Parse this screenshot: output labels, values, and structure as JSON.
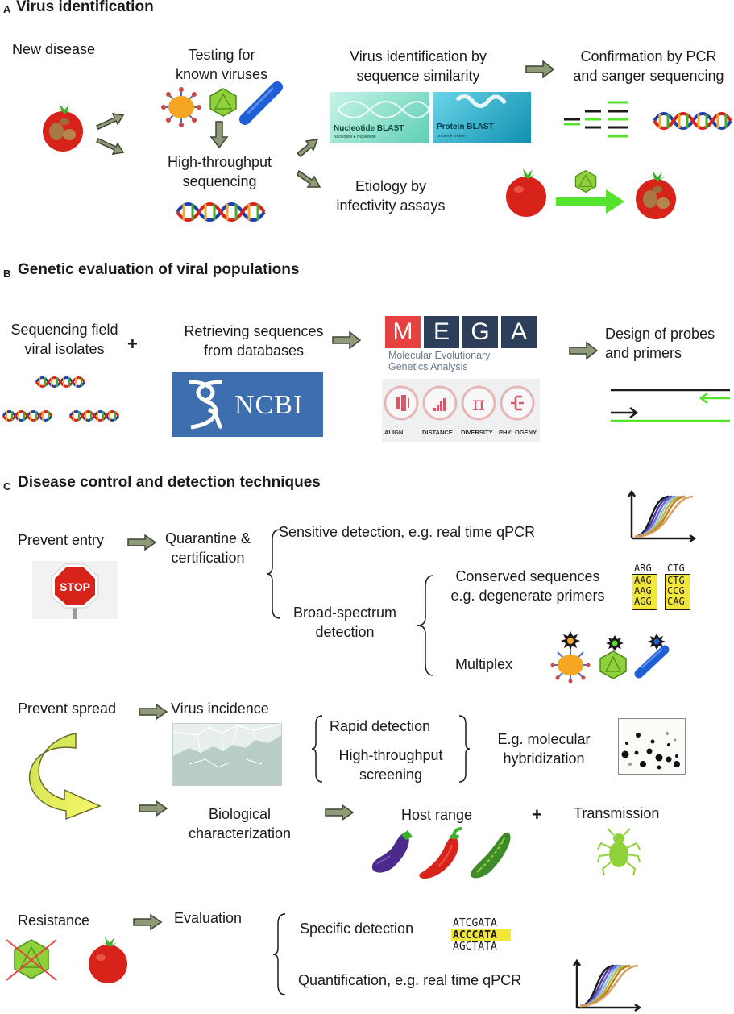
{
  "panel_a": {
    "letter": "A",
    "title": "Virus identification",
    "new_disease": "New disease",
    "testing_known_viruses": [
      "Testing for",
      "known viruses"
    ],
    "high_throughput_sequencing": [
      "High-throughput",
      "sequencing"
    ],
    "virus_identification_similarity": [
      "Virus identification by",
      "sequence similarity"
    ],
    "confirmation_pcr": [
      "Confirmation by PCR",
      "and sanger sequencing"
    ],
    "etiology_infectivity": [
      "Etiology by",
      "infectivity assays"
    ],
    "nucleotide_blast": "Nucleotide BLAST",
    "nucleotide_blast_sub": "Nucleotide ▸ Nucleotide",
    "protein_blast": "Protein BLAST",
    "protein_blast_sub": "protein ▸ protein"
  },
  "panel_b": {
    "letter": "B",
    "title": "Genetic evaluation of viral populations",
    "sequencing_field": [
      "Sequencing field",
      "viral isolates"
    ],
    "plus": "+",
    "retrieving_sequences": [
      "Retrieving sequences",
      "from databases"
    ],
    "ncbi": "NCBI",
    "mega_letters": [
      "M",
      "E",
      "G",
      "A"
    ],
    "mega_subtitle": [
      "Molecular Evolutionary",
      "Genetics Analysis"
    ],
    "mega_tools": [
      "ALIGN",
      "DISTANCE",
      "DIVERSITY",
      "PHYLOGENY"
    ],
    "mega_tool_icons": [
      "align-icon",
      "distance-icon",
      "pi-icon",
      "phylogeny-icon"
    ],
    "pi_symbol": "π",
    "design_probes": [
      "Design of probes",
      "and primers"
    ]
  },
  "panel_c": {
    "letter": "C",
    "title": "Disease control and detection techniques",
    "prevent_entry": "Prevent entry",
    "stop_sign": "STOP",
    "quarantine": [
      "Quarantine &",
      "certification"
    ],
    "sensitive_detection": "Sensitive detection, e.g. real time qPCR",
    "broad_spectrum": [
      "Broad-spectrum",
      "detection"
    ],
    "conserved_sequences": [
      "Conserved sequences",
      "e.g. degenerate primers"
    ],
    "multiplex": "Multiplex",
    "degenerate_top": [
      "ARG",
      "CTG"
    ],
    "degenerate_rows": [
      [
        "AAG",
        "CTG"
      ],
      [
        "AAG",
        "CCG"
      ],
      [
        "AGG",
        "CAG"
      ]
    ],
    "prevent_spread": "Prevent spread",
    "virus_incidence": "Virus incidence",
    "rapid_detection": "Rapid detection",
    "high_throughput_screening": [
      "High-throughput",
      "screening"
    ],
    "molecular_hybridization": [
      "E.g. molecular",
      "hybridization"
    ],
    "biological_characterization": [
      "Biological",
      "characterization"
    ],
    "host_range": "Host range",
    "plus": "+",
    "transmission": "Transmission",
    "resistance": "Resistance",
    "evaluation": "Evaluation",
    "specific_detection": "Specific detection",
    "sequence_rows": [
      "ATCGATA",
      "ACCCATA",
      "AGCTATA"
    ],
    "quantification": "Quantification, e.g. real time qPCR"
  },
  "colors": {
    "arrow_fill": "#8f9a78",
    "arrow_stroke": "#3d4430",
    "tomato": "#d8231b",
    "virus_green": "#8ed13a",
    "virus_orange": "#f5a623",
    "rod_blue": "#1f5fd6",
    "primer_green": "#55e22c",
    "mega_red": "#e64040",
    "mega_navy": "#2c3e5a",
    "ncbi_blue": "#3d6fae",
    "yellow_highlight": "#f3e83a"
  }
}
